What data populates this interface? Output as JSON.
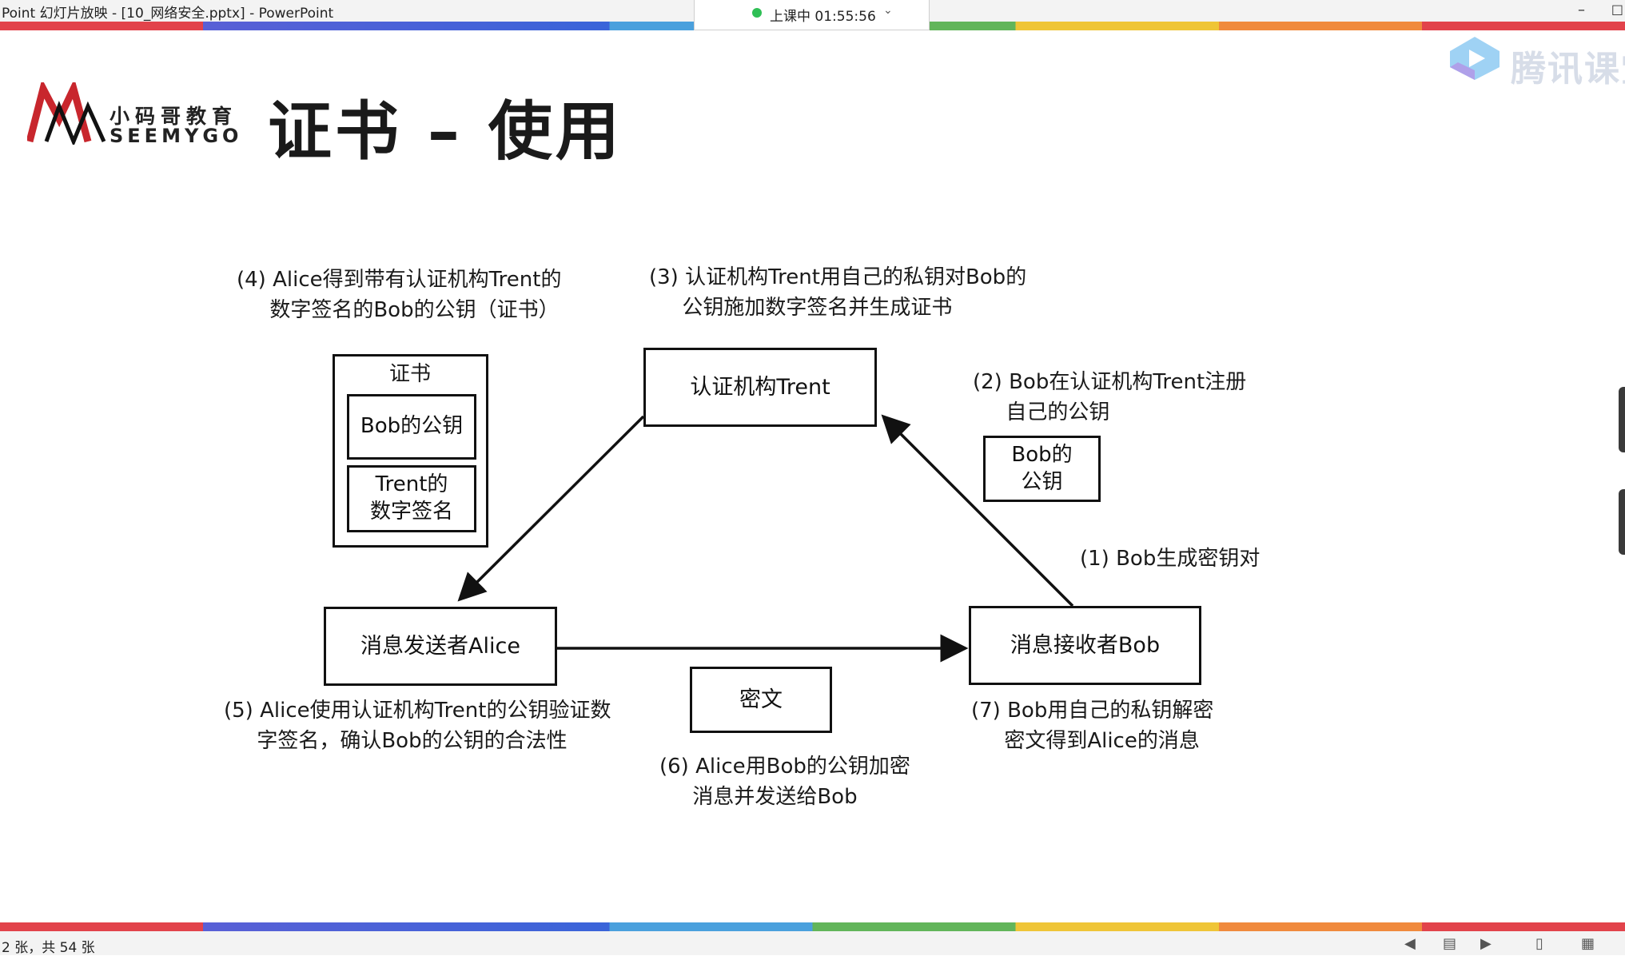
{
  "window": {
    "title": "Point 幻灯片放映 - [10_网络安全.pptx] - PowerPoint",
    "minimize": "–",
    "close": "□"
  },
  "timer": {
    "label": "上课中 01:55:56",
    "status_color": "#2fbf55",
    "chevron": "chevron-down-icon"
  },
  "watermark": {
    "text": "腾讯课堂"
  },
  "slide": {
    "logo_cn": "小码哥教育",
    "logo_en": "SEEMYGO",
    "title": "证书 – 使用"
  },
  "diagram": {
    "nodes": {
      "trent": "认证机构Trent",
      "alice": "消息发送者Alice",
      "bob": "消息接收者Bob",
      "ciphertext": "密文",
      "bob_pubkey": "Bob的\n公钥"
    },
    "certificate": {
      "title": "证书",
      "pubkey": "Bob的公钥",
      "signature": "Trent的\n数字签名"
    },
    "steps": {
      "s1": "(1) Bob生成密钥对",
      "s2": "(2) Bob在认证机构Trent注册\n     自己的公钥",
      "s3": "(3) 认证机构Trent用自己的私钥对Bob的\n     公钥施加数字签名并生成证书",
      "s4": "(4) Alice得到带有认证机构Trent的\n     数字签名的Bob的公钥（证书）",
      "s5": "(5) Alice使用认证机构Trent的公钥验证数\n     字签名，确认Bob的公钥的合法性",
      "s6": "(6) Alice用Bob的公钥加密\n     消息并发送给Bob",
      "s7": "(7) Bob用自己的私钥解密\n     密文得到Alice的消息"
    }
  },
  "statusbar": {
    "counter": "2 张，共 54 张",
    "icons": [
      "prev-slide-icon",
      "notes-icon",
      "next-slide-icon",
      "reading-view-icon",
      "grid-view-icon"
    ]
  },
  "colors": {
    "strip": [
      "#e2434b",
      "#3a64d9",
      "#4aa0dd",
      "#62b55a",
      "#efc537",
      "#f08a3d"
    ],
    "logo_red": "#c8262d"
  }
}
